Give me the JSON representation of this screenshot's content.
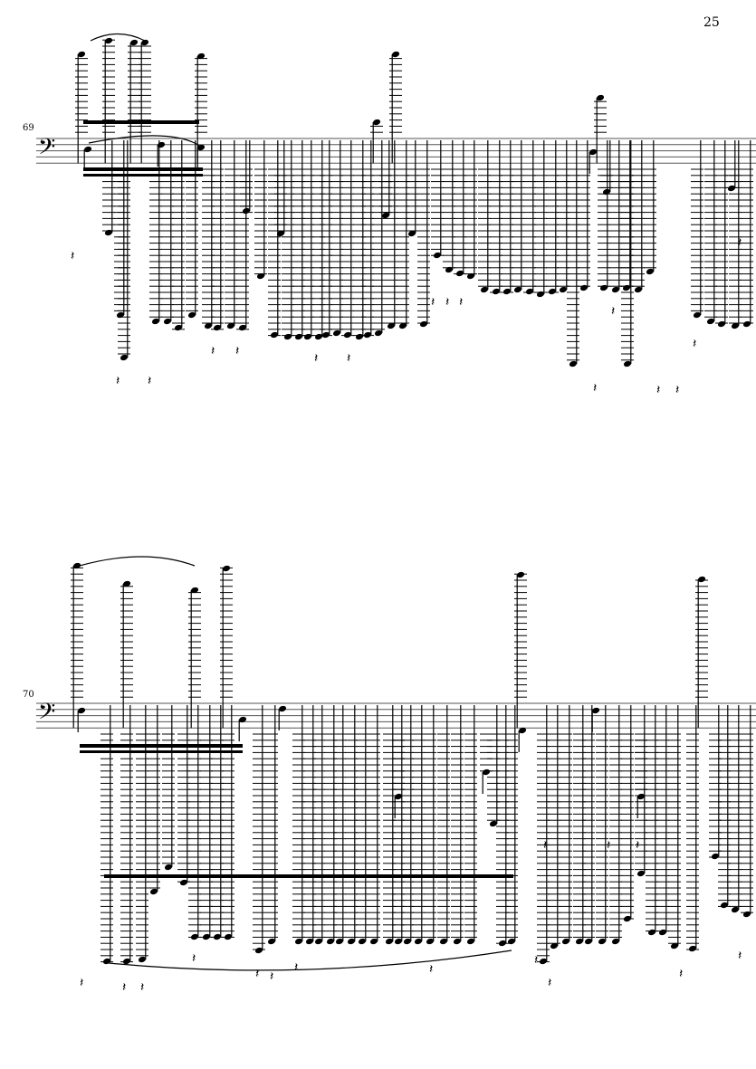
{
  "page": {
    "number": "25"
  },
  "systems": [
    {
      "measure_number": "69",
      "clef": "bass"
    },
    {
      "measure_number": "70",
      "clef": "bass"
    }
  ],
  "colors": {
    "ink": "#000000",
    "paper": "#ffffff"
  }
}
